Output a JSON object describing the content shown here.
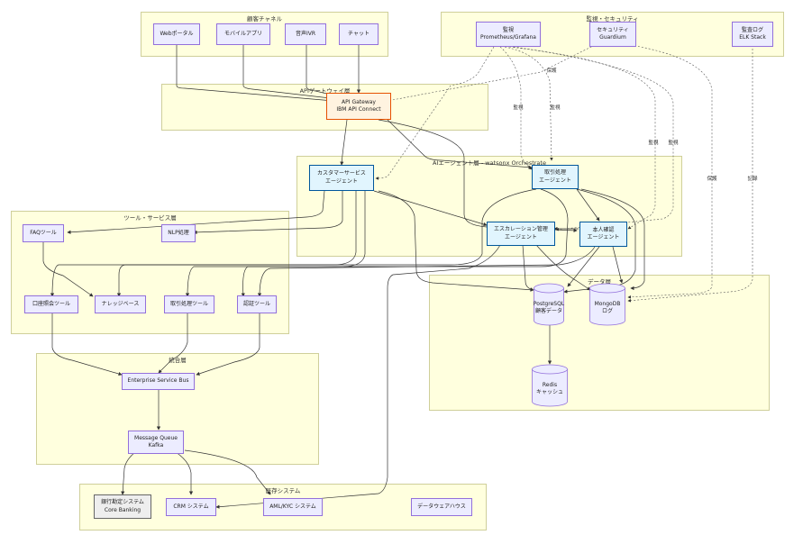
{
  "groups": {
    "channels": "顧客チャネル",
    "monitoring": "監視・セキュリティ",
    "gateway": "APIゲートウェイ層",
    "agents": "AIエージェント層 - watsonx Orchestrate",
    "tools": "ツール・サービス層",
    "data": "データ層",
    "integration": "統合層",
    "legacy": "既存システム"
  },
  "nodes": {
    "web": "Webポータル",
    "mobile": "モバイルアプリ",
    "ivr": "音声IVR",
    "chat": "チャット",
    "prom": "監視\nPrometheus/Grafana",
    "guardium": "セキュリティ\nGuardium",
    "elk": "監査ログ\nELK Stack",
    "apigw": "API Gateway\nIBM API Connect",
    "cs_agent": "カスタマーサービス\nエージェント",
    "tx_agent": "取引処理\nエージェント",
    "esc_agent": "エスカレーション管理\nエージェント",
    "kyc_agent": "本人確認\nエージェント",
    "faq": "FAQツール",
    "nlp": "NLP処理",
    "account": "口座照会ツール",
    "kb": "ナレッジベース",
    "txtool": "取引処理ツール",
    "auth": "認証ツール",
    "postgres": "PostgreSQL\n顧客データ",
    "mongo": "MongoDB\nログ",
    "redis": "Redis\nキャッシュ",
    "esb": "Enterprise Service Bus",
    "mq": "Message Queue\nKafka",
    "core": "銀行勘定システム\nCore Banking",
    "crm": "CRM システム",
    "aml": "AML/KYC システム",
    "dwh": "データウェアハウス"
  },
  "edge_labels": {
    "monitor": "監視",
    "protect": "保護",
    "record": "記録"
  },
  "colors": {
    "group_fill": "#ffffde",
    "group_border": "#cfcf9a",
    "node_fill": "#ececff",
    "node_border": "#9370db",
    "agent_fill": "#e1f5fe",
    "gateway_fill": "#fff3e0",
    "edge": "#333333"
  }
}
